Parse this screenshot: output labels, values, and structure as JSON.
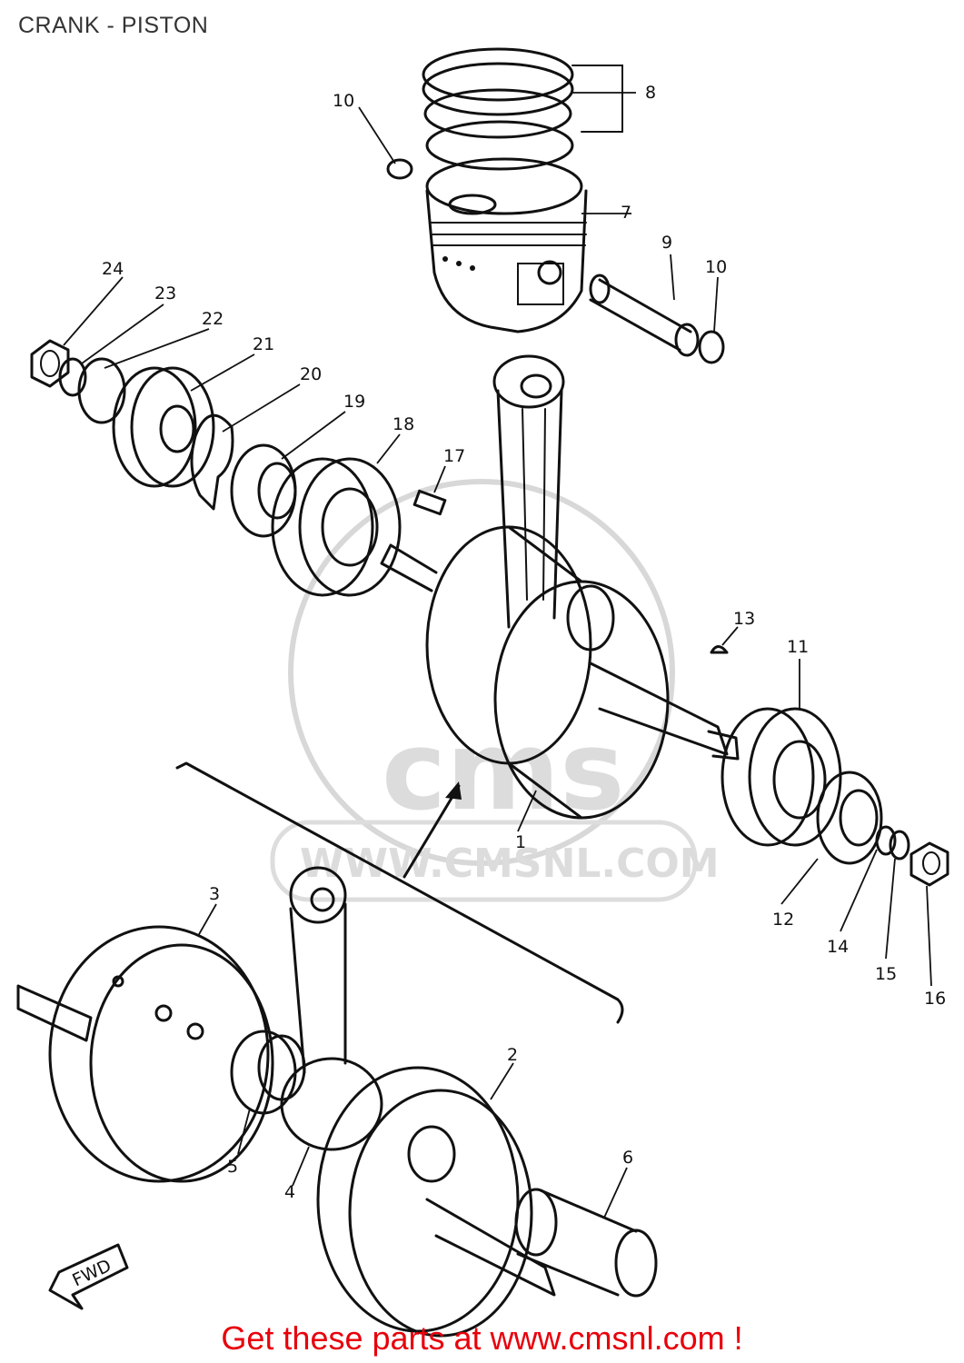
{
  "title": "CRANK - PISTON",
  "footer": "Get these parts at www.cmsnl.com !",
  "watermark": {
    "logo_text": "cms",
    "url_text": "WWW.CMSNL.COM"
  },
  "fwd_label": "FWD",
  "callouts": [
    {
      "id": "1",
      "label": "1"
    },
    {
      "id": "2",
      "label": "2"
    },
    {
      "id": "3",
      "label": "3"
    },
    {
      "id": "4",
      "label": "4"
    },
    {
      "id": "5",
      "label": "5"
    },
    {
      "id": "6",
      "label": "6"
    },
    {
      "id": "7",
      "label": "7"
    },
    {
      "id": "8",
      "label": "8"
    },
    {
      "id": "9",
      "label": "9"
    },
    {
      "id": "10a",
      "label": "10"
    },
    {
      "id": "10b",
      "label": "10"
    },
    {
      "id": "11",
      "label": "11"
    },
    {
      "id": "12",
      "label": "12"
    },
    {
      "id": "13",
      "label": "13"
    },
    {
      "id": "14",
      "label": "14"
    },
    {
      "id": "15",
      "label": "15"
    },
    {
      "id": "16",
      "label": "16"
    },
    {
      "id": "17",
      "label": "17"
    },
    {
      "id": "18",
      "label": "18"
    },
    {
      "id": "19",
      "label": "19"
    },
    {
      "id": "20",
      "label": "20"
    },
    {
      "id": "21",
      "label": "21"
    },
    {
      "id": "22",
      "label": "22"
    },
    {
      "id": "23",
      "label": "23"
    },
    {
      "id": "24",
      "label": "24"
    }
  ]
}
